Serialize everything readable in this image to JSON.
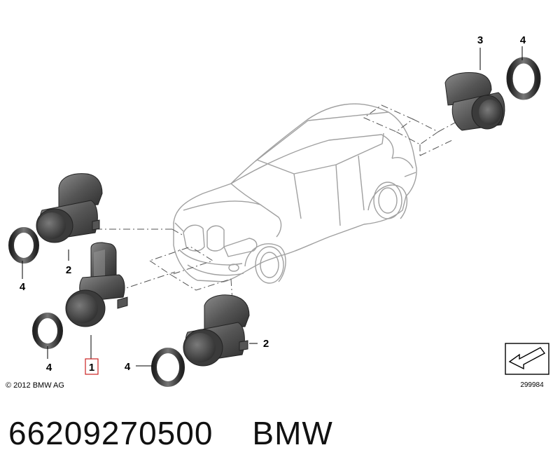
{
  "callouts": {
    "part1": "1",
    "part2_left": "2",
    "part2_right": "2",
    "part3": "3",
    "part4_top_right": "4",
    "part4_left_upper": "4",
    "part4_left_lower": "4",
    "part4_bottom": "4"
  },
  "copyright": "© 2012 BMW AG",
  "reference_number": "299984",
  "part_number": "66209270500",
  "brand": "BMW",
  "colors": {
    "highlight_box": "#cc2222",
    "line_art": "#9a9a9a",
    "sensor_dark": "#4a4a4a"
  }
}
